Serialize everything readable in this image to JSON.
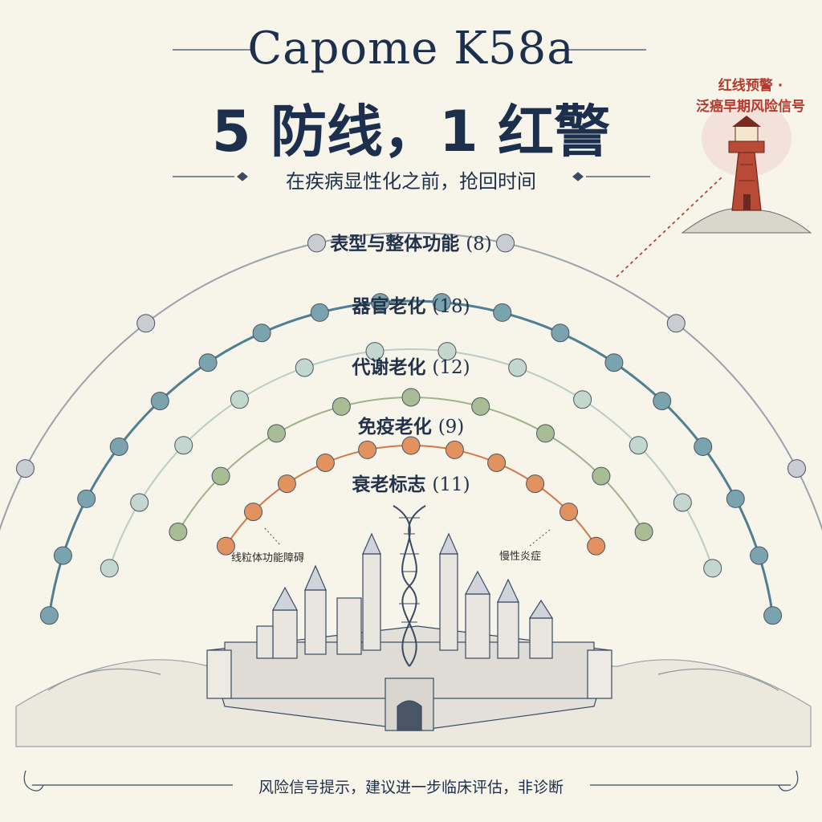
{
  "header": {
    "title_en": "Capome K58a",
    "title_cn": "5 防线，1 红警",
    "subtitle": "在疾病显性化之前，抢回时间"
  },
  "warning": {
    "line1": "红线预警 ·",
    "line2": "泛癌早期风险信号"
  },
  "rings": [
    {
      "label": "表型与整体功能",
      "count": "(8)",
      "nodes": 8,
      "color": "#c9ccd0"
    },
    {
      "label": "器官老化",
      "count": "(18)",
      "nodes": 18,
      "color": "#7aa3ad"
    },
    {
      "label": "代谢老化",
      "count": "(12)",
      "nodes": 12,
      "color": "#c4d7cf"
    },
    {
      "label": "免疫老化",
      "count": "(9)",
      "nodes": 9,
      "color": "#a9bd95"
    },
    {
      "label": "衰老标志",
      "count": "(11)",
      "nodes": 11,
      "color": "#e2925f"
    }
  ],
  "notes": {
    "left": "线粒体功能障碍",
    "right": "慢性炎症"
  },
  "footer": "风险信号提示，建议进一步临床评估，非诊断",
  "colors": {
    "ink": "#1c2f4c",
    "accent_red": "#b63a2b",
    "background": "#f7f4ea"
  }
}
